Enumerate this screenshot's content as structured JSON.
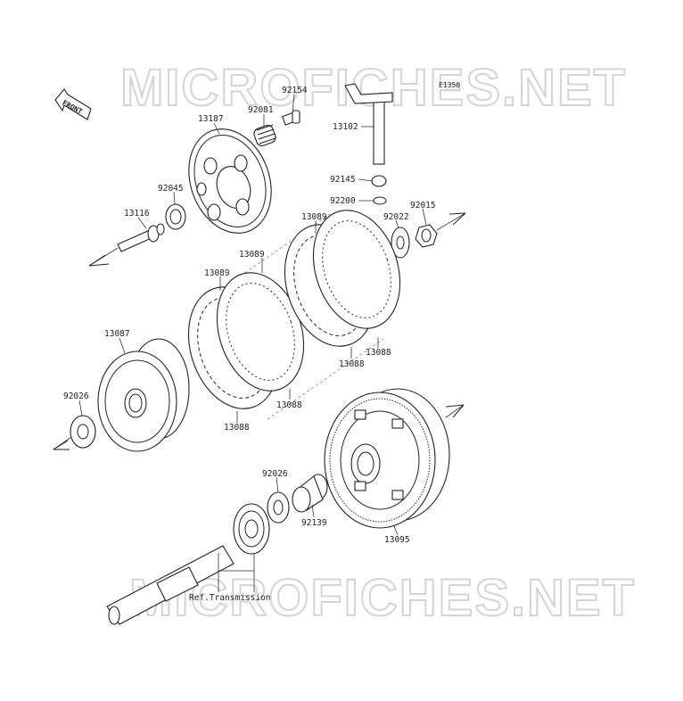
{
  "diagram": {
    "code": "E1350",
    "direction_label": "FRONT",
    "reference": "Ref.Transmission",
    "watermark": "MICROFICHES.NET",
    "parts": [
      {
        "id": "p-92154",
        "label": "92154"
      },
      {
        "id": "p-92081",
        "label": "92081"
      },
      {
        "id": "p-13187",
        "label": "13187"
      },
      {
        "id": "p-13102",
        "label": "13102"
      },
      {
        "id": "p-92145",
        "label": "92145"
      },
      {
        "id": "p-92200",
        "label": "92200"
      },
      {
        "id": "p-92045",
        "label": "92045"
      },
      {
        "id": "p-13116",
        "label": "13116"
      },
      {
        "id": "p-92022",
        "label": "92022"
      },
      {
        "id": "p-92015",
        "label": "92015"
      },
      {
        "id": "p-13089a",
        "label": "13089"
      },
      {
        "id": "p-13089b",
        "label": "13089"
      },
      {
        "id": "p-13089c",
        "label": "13089"
      },
      {
        "id": "p-13087",
        "label": "13087"
      },
      {
        "id": "p-92026a",
        "label": "92026"
      },
      {
        "id": "p-13088a",
        "label": "13088"
      },
      {
        "id": "p-13088b",
        "label": "13088"
      },
      {
        "id": "p-13088c",
        "label": "13088"
      },
      {
        "id": "p-13088d",
        "label": "13088"
      },
      {
        "id": "p-92026b",
        "label": "92026"
      },
      {
        "id": "p-92139",
        "label": "92139"
      },
      {
        "id": "p-13095",
        "label": "13095"
      }
    ]
  }
}
